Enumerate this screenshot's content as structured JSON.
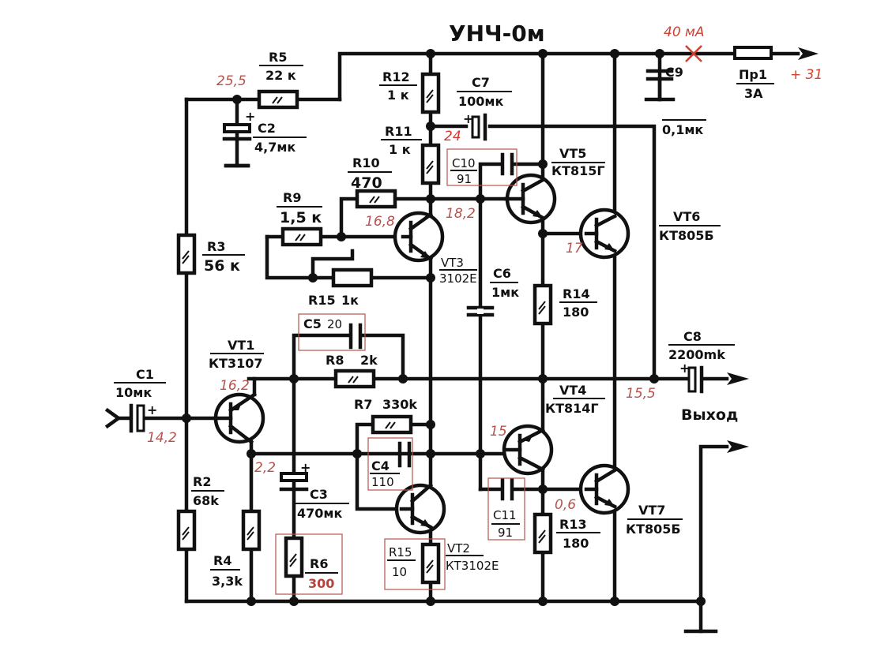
{
  "title": "УНЧ-0м",
  "colors": {
    "ink": "#111111",
    "annotation": "#c0392b",
    "highlight_box": "#b5544e"
  },
  "supply": {
    "voltage": "+ 31",
    "current": "40 мА"
  },
  "output_label": "Выход",
  "components": {
    "R2": {
      "name": "R2",
      "value": "68k"
    },
    "R3": {
      "name": "R3",
      "value": "56 к"
    },
    "R4": {
      "name": "R4",
      "value": "3,3k"
    },
    "R5": {
      "name": "R5",
      "value": "22 к"
    },
    "R6": {
      "name": "R6",
      "value": "300"
    },
    "R7": {
      "name": "R7",
      "value": "330k"
    },
    "R8": {
      "name": "R8",
      "value": "2k"
    },
    "R9": {
      "name": "R9",
      "value": "1,5 к"
    },
    "R10": {
      "name": "R10",
      "value": "470"
    },
    "R11": {
      "name": "R11",
      "value": "1 к"
    },
    "R12": {
      "name": "R12",
      "value": "1 к"
    },
    "R13": {
      "name": "R13",
      "value": "180"
    },
    "R14": {
      "name": "R14",
      "value": "180"
    },
    "R15pot": {
      "name": "R15",
      "value": "1к"
    },
    "R15": {
      "name": "R15",
      "value": "10"
    },
    "C1": {
      "name": "C1",
      "value": "10мк"
    },
    "C2": {
      "name": "C2",
      "value": "4,7мк"
    },
    "C3": {
      "name": "C3",
      "value": "470мк"
    },
    "C4": {
      "name": "C4",
      "value": "110"
    },
    "C5": {
      "name": "C5",
      "value": "20"
    },
    "C6": {
      "name": "C6",
      "value": "1мк"
    },
    "C7": {
      "name": "C7",
      "value": "100мк"
    },
    "C8": {
      "name": "C8",
      "value": "2200mk"
    },
    "C9": {
      "name": "C9",
      "value": "0,1мк"
    },
    "C10": {
      "name": "C10",
      "value": "91"
    },
    "C11": {
      "name": "C11",
      "value": "91"
    },
    "FU1": {
      "name": "Пр1",
      "value": "3А"
    },
    "VT1": {
      "name": "VT1",
      "value": "КТ3107"
    },
    "VT2": {
      "name": "VT2",
      "value": "КТ3102Е"
    },
    "VT3": {
      "name": "VT3",
      "value": "3102Е"
    },
    "VT4": {
      "name": "VT4",
      "value": "КТ814Г"
    },
    "VT5": {
      "name": "VT5",
      "value": "КТ815Г"
    },
    "VT6": {
      "name": "VT6",
      "value": "КТ805Б"
    },
    "VT7": {
      "name": "VT7",
      "value": "КТ805Б"
    }
  },
  "voltages": {
    "v_r5": "25,5",
    "v_c7": "24",
    "v_vt3b": "16,8",
    "v_vt3c": "18,2",
    "v_vt6b": "17",
    "v_vt1e": "16,2",
    "v_in": "14,2",
    "v_vt1c": "2,2",
    "v_vt4b": "15",
    "v_out": "15,5",
    "v_vt7b": "0,6"
  }
}
